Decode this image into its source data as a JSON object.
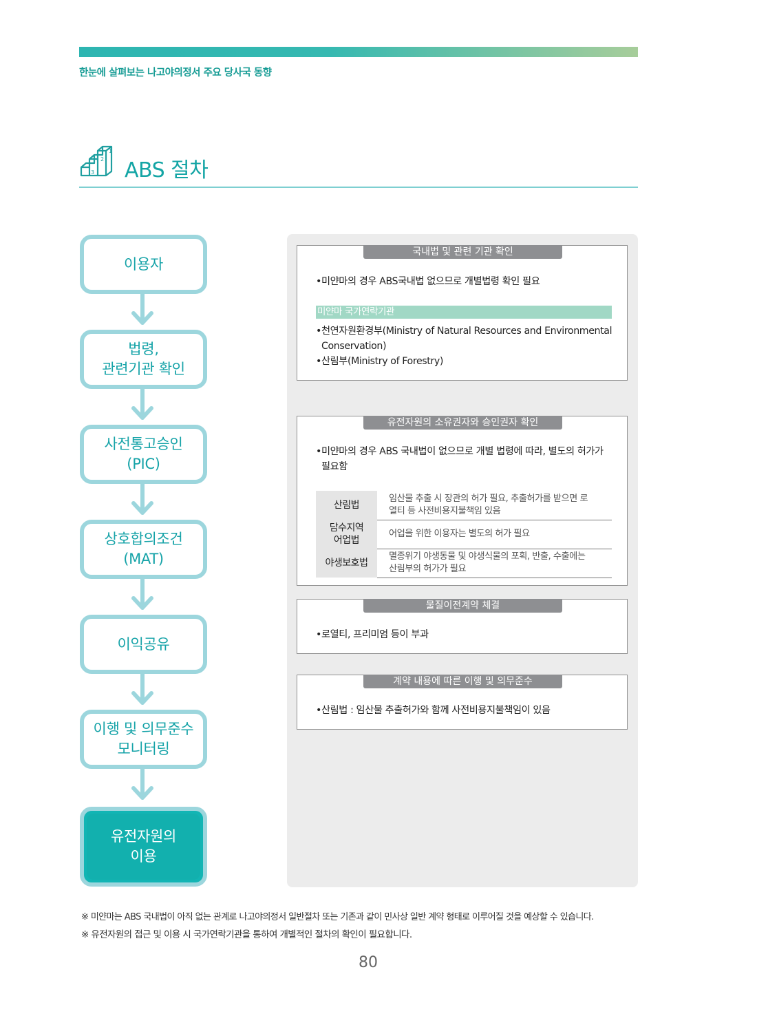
{
  "header": {
    "subtitle": "한눈에 살펴보는 나고야의정서 주요 당사국 동향"
  },
  "section": {
    "title": "ABS 절차",
    "icon": "stairs-icon",
    "icon_numbers": [
      "1",
      "2",
      "3"
    ]
  },
  "flow": {
    "steps": [
      {
        "label": "이용자"
      },
      {
        "label": "법령,\n관련기관 확인"
      },
      {
        "label": "사전통고승인\n(PIC)"
      },
      {
        "label": "상호합의조건\n(MAT)"
      },
      {
        "label": "이익공유"
      },
      {
        "label": "이행 및 의무준수\n모니터링"
      },
      {
        "label": "유전자원의\n이용"
      }
    ],
    "colors": {
      "border": "#9cd6dd",
      "text": "#16a3a8",
      "final_fill": "#12b0ae",
      "arrow": "#9cd6dd"
    }
  },
  "boxes": {
    "b1": {
      "tag": "국내법 및 관련 기관 확인",
      "bullet1": "미얀마의 경우 ABS국내법 없으므로 개별법령 확인 필요",
      "green_label": "미얀마 국가연락기관",
      "bullet2_line1": "천연자원환경부(Ministry of Natural Resources and Environmental",
      "bullet2_line2": "Conservation)",
      "bullet3": "산림부(Ministry of Forestry)"
    },
    "b2": {
      "tag": "유전자원의 소유권자와 승인권자 확인",
      "bullet1_line1": "미얀마의 경우 ABS 국내법이 없으므로 개별 법령에 따라, 별도의 허가가",
      "bullet1_line2": "필요함",
      "laws": [
        {
          "name": "산림법",
          "desc": "임산물 추출 시 장관의 허가 필요, 추출허가를 받으면 로\n열티 등 사전비용지불책임 있음"
        },
        {
          "name": "담수지역\n어업법",
          "desc": "어업을 위한 이용자는 별도의 허가 필요"
        },
        {
          "name": "야생보호법",
          "desc": "멸종위기 야생동물 및 야생식물의 포획, 반출, 수출에는\n산림부의 허가가 필요"
        }
      ]
    },
    "b3": {
      "tag": "물질이전계약 체결",
      "bullet1": "로열티, 프리미엄 등이 부과"
    },
    "b4": {
      "tag": "계약 내용에 따른 이행 및 의무준수",
      "bullet1": "산림법 : 임산물 추출허가와 함께 사전비용지불책임이 있음"
    }
  },
  "bullet_symbol": "•",
  "footnotes": [
    "※ 미얀마는 ABS 국내법이 아직 없는 관계로 나고야의정서 일반절차 또는 기존과 같이 민사상 일반 계약 형태로 이루어질 것을 예상할 수 있습니다.",
    "※ 유전자원의 접근 및 이용 시 국가연락기관을 통하여 개별적인 절차의 확인이 필요합니다."
  ],
  "page_number": "80"
}
